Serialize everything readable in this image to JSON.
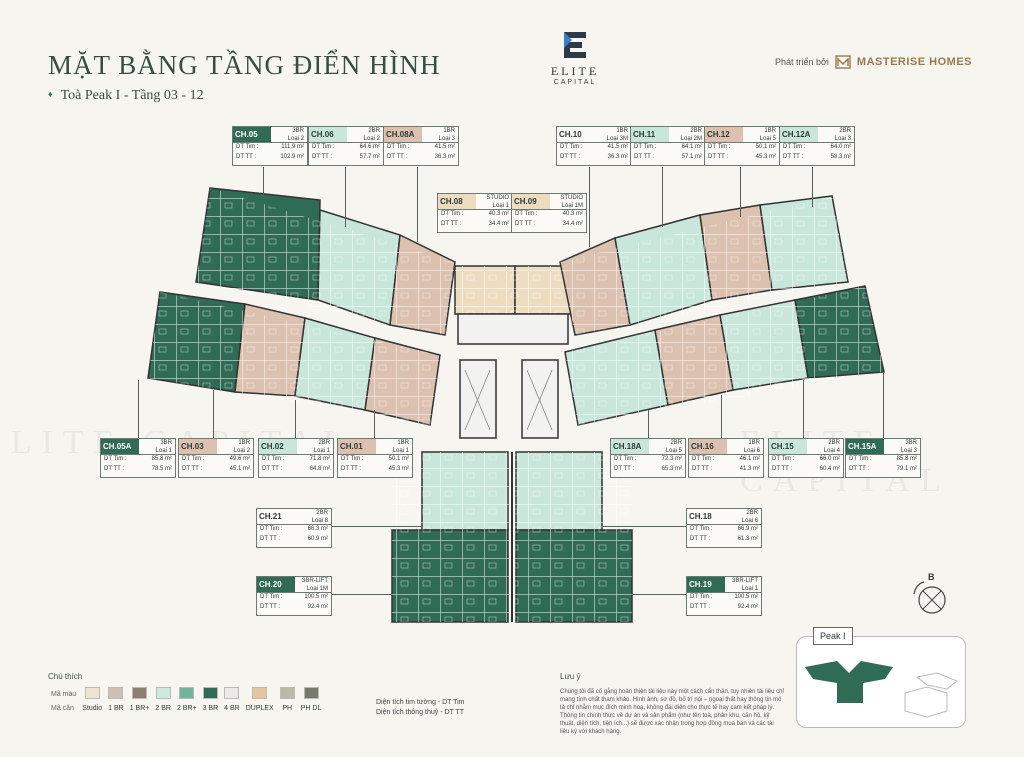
{
  "header": {
    "title": "MẶT BẰNG TẦNG ĐIỂN HÌNH",
    "subtitle": "Toà Peak I  -  Tầng 03 - 12",
    "subtitle_marker": "♦",
    "logo_main": "ELITE",
    "logo_sub": "CAPITAL",
    "developer_prefix": "Phát triển bởi",
    "developer_name": "MASTERISE HOMES"
  },
  "labels": {
    "area_gross": "DT Tim :",
    "area_net": "DT TT :"
  },
  "units": [
    {
      "code": "CH.05",
      "beds": "3BR",
      "type": "Loại 2",
      "gross": "111.9 m²",
      "net": "102.9 m²",
      "color": "#2f6b55"
    },
    {
      "code": "CH.06",
      "beds": "2BR",
      "type": "Loại 2",
      "gross": "64.6 m²",
      "net": "57.7 m²",
      "color": "#c9e6da"
    },
    {
      "code": "CH.08A",
      "beds": "1BR",
      "type": "Loại 3",
      "gross": "41.5 m²",
      "net": "36.3 m²",
      "color": "#dcc1b0"
    },
    {
      "code": "CH.08",
      "beds": "STUDIO",
      "type": "Loại 1",
      "gross": "40.3 m²",
      "net": "34.4 m²",
      "color": "#ecdcc0"
    },
    {
      "code": "CH.09",
      "beds": "STUDIO",
      "type": "Loại 1M",
      "gross": "40.3 m²",
      "net": "34.4 m²",
      "color": "#ecdcc0"
    },
    {
      "code": "CH.10",
      "beds": "1BR",
      "type": "Loại 3M",
      "gross": "41.5 m²",
      "net": "36.3 m²",
      "color": "#fbfaf7"
    },
    {
      "code": "CH.11",
      "beds": "2BR",
      "type": "Loại 2M",
      "gross": "64.1 m²",
      "net": "57.1 m²",
      "color": "#c9e6da"
    },
    {
      "code": "CH.12",
      "beds": "1BR",
      "type": "Loại 5",
      "gross": "50.1 m²",
      "net": "45.3 m²",
      "color": "#dcc1b0"
    },
    {
      "code": "CH.12A",
      "beds": "2BR",
      "type": "Loại 3",
      "gross": "64.0 m²",
      "net": "58.3 m²",
      "color": "#c9e6da"
    },
    {
      "code": "CH.05A",
      "beds": "3BR",
      "type": "Loại 1",
      "gross": "85.8 m²",
      "net": "78.5 m²",
      "color": "#2f6b55"
    },
    {
      "code": "CH.03",
      "beds": "1BR",
      "type": "Loại 2",
      "gross": "49.6 m²",
      "net": "45.1 m²",
      "color": "#dcc1b0"
    },
    {
      "code": "CH.02",
      "beds": "2BR",
      "type": "Loại 1",
      "gross": "71.8 m²",
      "net": "64.8 m²",
      "color": "#c9e6da"
    },
    {
      "code": "CH.01",
      "beds": "1BR",
      "type": "Loại 1",
      "gross": "50.1 m²",
      "net": "45.3 m²",
      "color": "#dcc1b0"
    },
    {
      "code": "CH.18A",
      "beds": "2BR",
      "type": "Loại 5",
      "gross": "72.3 m²",
      "net": "65.3 m²",
      "color": "#c9e6da"
    },
    {
      "code": "CH.16",
      "beds": "1BR",
      "type": "Loại 6",
      "gross": "46.1 m²",
      "net": "41.3 m²",
      "color": "#dcc1b0"
    },
    {
      "code": "CH.15",
      "beds": "2BR",
      "type": "Loại 4",
      "gross": "66.0 m²",
      "net": "60.4 m²",
      "color": "#c9e6da"
    },
    {
      "code": "CH.15A",
      "beds": "3BR",
      "type": "Loại 3",
      "gross": "85.8 m²",
      "net": "79.1 m²",
      "color": "#2f6b55"
    },
    {
      "code": "CH.21",
      "beds": "2BR",
      "type": "Loại 8",
      "gross": "66.3 m²",
      "net": "60.9 m²",
      "color": "#fbfaf7"
    },
    {
      "code": "CH.18",
      "beds": "2BR",
      "type": "Loại 6",
      "gross": "66.9 m²",
      "net": "61.3 m²",
      "color": "#fbfaf7"
    },
    {
      "code": "CH.20",
      "beds": "3BR-LIFT",
      "type": "Loại 1M",
      "gross": "100.5 m²",
      "net": "92.4 m²",
      "color": "#2f6b55"
    },
    {
      "code": "CH.19",
      "beds": "3BR-LIFT",
      "type": "Loại 1",
      "gross": "100.5 m²",
      "net": "92.4 m²",
      "color": "#2f6b55"
    }
  ],
  "legend": {
    "heading": "Chú thích",
    "row1_label": "Mã màu",
    "row2_label": "Mã căn",
    "items": [
      {
        "label": "Studio",
        "color": "#eee3cc"
      },
      {
        "label": "1 BR",
        "color": "#cdbfb4"
      },
      {
        "label": "1 BR+",
        "color": "#8f7d6d"
      },
      {
        "label": "2 BR",
        "color": "#cfe9dd"
      },
      {
        "label": "2 BR+",
        "color": "#6fb59a"
      },
      {
        "label": "3 BR",
        "color": "#2f6b55"
      },
      {
        "label": "4 BR",
        "color": "#e9eae6"
      },
      {
        "label": "DUPLEX",
        "color": "#e4c69c"
      },
      {
        "label": "PH",
        "color": "#b9b9a6"
      },
      {
        "label": "PH DL",
        "color": "#77796b"
      }
    ],
    "area_gross_def": "Diện tích tim tường - DT Tim",
    "area_net_def": "Diện tích thông thuỷ - DT TT"
  },
  "note": {
    "heading": "Lưu ý",
    "text": "Chúng tôi đã cố gắng hoàn thiện tài liệu này một cách cẩn thận, tuy nhiên tài liệu chỉ mang tính chất tham khảo. Hình ảnh, sơ đồ, bố trí nội – ngoại thất hay thông tin mô tả chỉ nhằm mục đích minh hoạ, không đại diện cho thực tế hay cam kết pháp lý. Thông tin chính thức về dự án và sản phẩm (như tên toà, phân khu, căn hộ, kỹ thuật, diện tích, tiện ích...) sẽ được xác nhận trong hợp đồng mua bán và các tài liệu ký với khách hàng."
  },
  "keymap": {
    "label": "Peak I"
  },
  "compass": {
    "label": "B"
  },
  "watermark": "ELITE CAPITAL",
  "colors": {
    "green_dark": "#2f6b55",
    "green_light": "#c9e6da",
    "brown_light": "#dcc1b0",
    "studio": "#ecdcc0",
    "brand_gold": "#9a7a4d"
  }
}
